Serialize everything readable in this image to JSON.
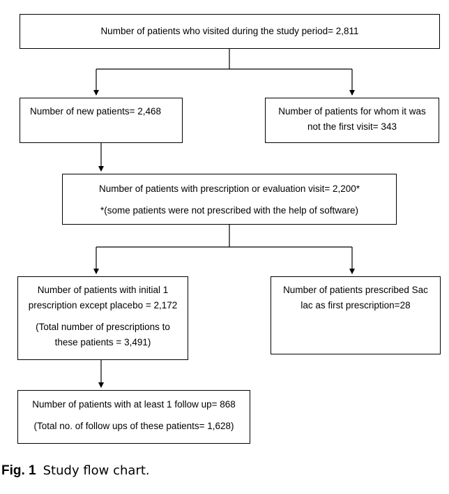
{
  "flowchart": {
    "total_visits": {
      "lines": [
        "Number of patients who visited during the study period= 2,811"
      ]
    },
    "new_patients": {
      "lines": [
        "Number of new patients= 2,468"
      ]
    },
    "not_first_visit": {
      "lines": [
        "Number of patients for whom it was",
        "not the first visit= 343"
      ]
    },
    "prescription_visit": {
      "lines": [
        "Number of patients with prescription or evaluation visit= 2,200*",
        "*(some patients were not prescribed with the help of software)"
      ]
    },
    "initial_prescription": {
      "lines": [
        "Number of patients with initial 1",
        "prescription except placebo = 2,172",
        "(Total number of prescriptions to",
        "these patients = 3,491)"
      ]
    },
    "sac_lac": {
      "lines": [
        "Number of patients prescribed Sac",
        "lac as first prescription=28"
      ]
    },
    "follow_up": {
      "lines": [
        "Number of patients with at least 1 follow up= 868",
        "(Total no. of follow ups of these patients= 1,628)"
      ]
    }
  },
  "caption": {
    "label": "Fig. 1",
    "text": "Study flow chart."
  }
}
